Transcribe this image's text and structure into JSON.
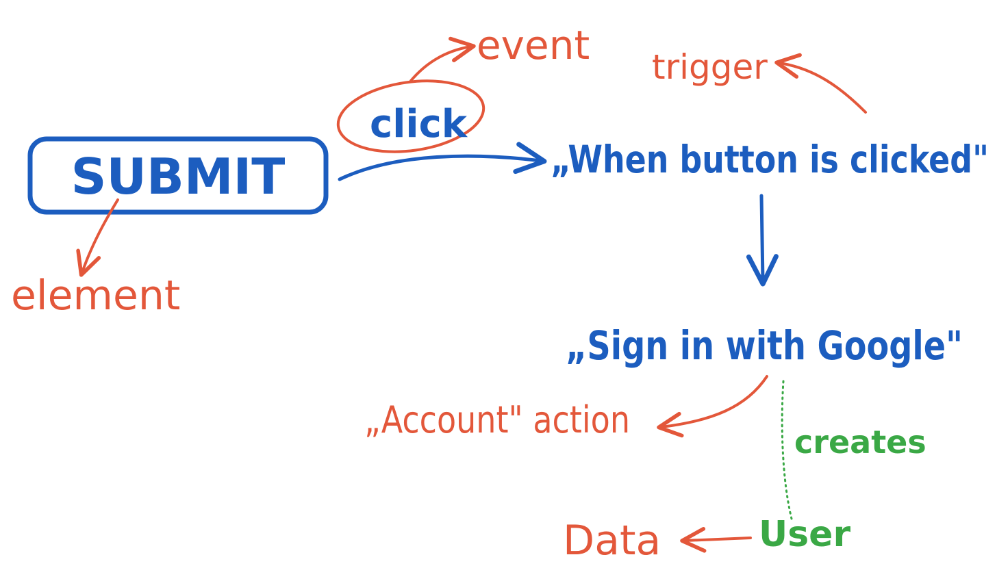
{
  "nodes": {
    "submit": "SUBMIT",
    "click": "click",
    "event": "event",
    "element": "element",
    "trigger": "trigger",
    "when_clicked": "„When button is clicked\"",
    "sign_in": "„Sign in with  Google\"",
    "account_action": "„Account\"  action",
    "creates": "creates",
    "user": "User",
    "data": "Data"
  },
  "colors": {
    "blue": "#1c5dbf",
    "red": "#e3573a",
    "green": "#3aa845",
    "background": "#ffffff"
  }
}
